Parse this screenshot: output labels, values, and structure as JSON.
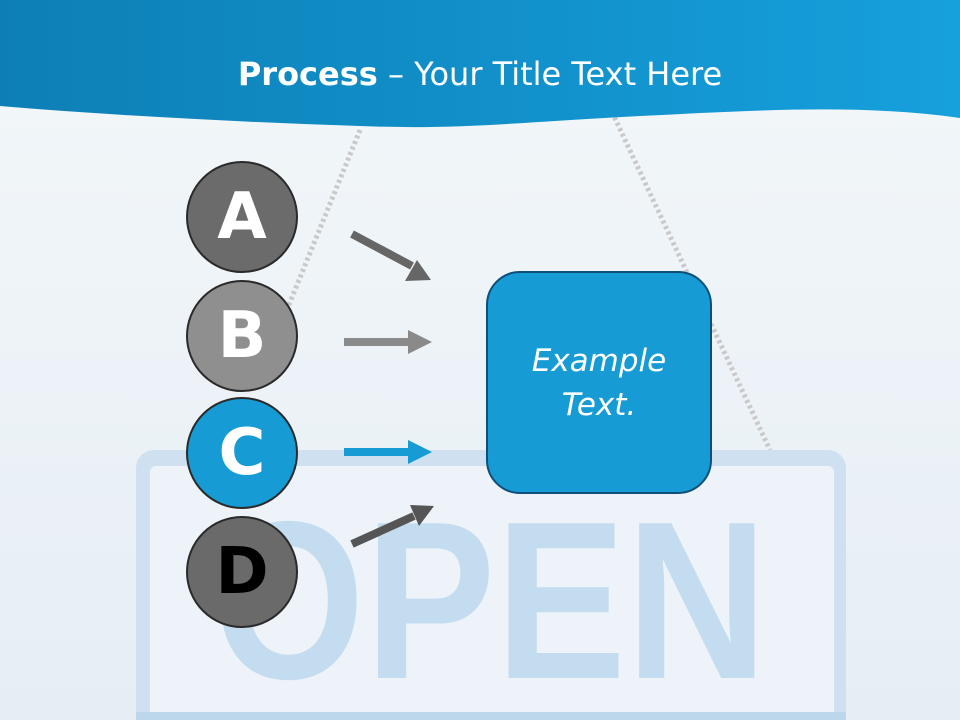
{
  "title": {
    "bold": "Process",
    "rest": " – Your Title Text Here"
  },
  "steps": [
    {
      "letter": "A",
      "color": "#6b6b6b",
      "text_color": "#ffffff",
      "arrow_color": "#666666"
    },
    {
      "letter": "B",
      "color": "#8f8f8f",
      "text_color": "#ffffff",
      "arrow_color": "#8a8a8a"
    },
    {
      "letter": "C",
      "color": "#169bd5",
      "text_color": "#ffffff",
      "arrow_color": "#169bd5"
    },
    {
      "letter": "D",
      "color": "#6a6a6a",
      "text_color": "#000000",
      "arrow_color": "#555555"
    }
  ],
  "target_box": {
    "line1": "Example",
    "line2": "Text."
  },
  "background_sign": {
    "text": "OPEN"
  },
  "colors": {
    "header_blue": "#0f8ccc",
    "box_blue": "#169bd5",
    "sign_text": "#c4dcef"
  }
}
